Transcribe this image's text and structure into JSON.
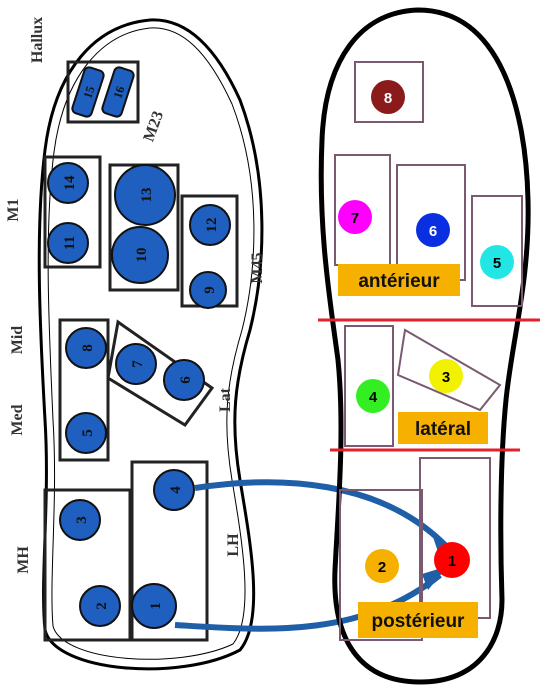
{
  "colors": {
    "dark_sensor": "#1f5fbf",
    "arrow": "#1f5fa8",
    "divider": "#e0202a",
    "label_bg": "#f5b000",
    "outline": "#000000"
  },
  "left_insole": {
    "sensors": [
      "1",
      "2",
      "3",
      "4",
      "5",
      "6",
      "7",
      "8",
      "9",
      "10",
      "11",
      "12",
      "13",
      "14",
      "15",
      "16"
    ],
    "zone_labels": [
      "Hallux",
      "M1",
      "M23",
      "M45",
      "Mid",
      "Lat",
      "Med",
      "LH",
      "MH"
    ]
  },
  "right_insole": {
    "sensors": [
      {
        "num": "8",
        "color": "#8b1a1a",
        "text_color": "#ffffff"
      },
      {
        "num": "7",
        "color": "#ff00ff",
        "text_color": "#000000"
      },
      {
        "num": "6",
        "color": "#0a2fe0",
        "text_color": "#ffffff"
      },
      {
        "num": "5",
        "color": "#22e6e6",
        "text_color": "#000000"
      },
      {
        "num": "4",
        "color": "#33ee22",
        "text_color": "#000000"
      },
      {
        "num": "3",
        "color": "#f2f200",
        "text_color": "#000000"
      },
      {
        "num": "2",
        "color": "#f5b000",
        "text_color": "#000000"
      },
      {
        "num": "1",
        "color": "#ff0000",
        "text_color": "#000000"
      }
    ],
    "zone_labels": {
      "anterior": "antérieur",
      "lateral": "latéral",
      "posterior": "postérieur"
    }
  }
}
